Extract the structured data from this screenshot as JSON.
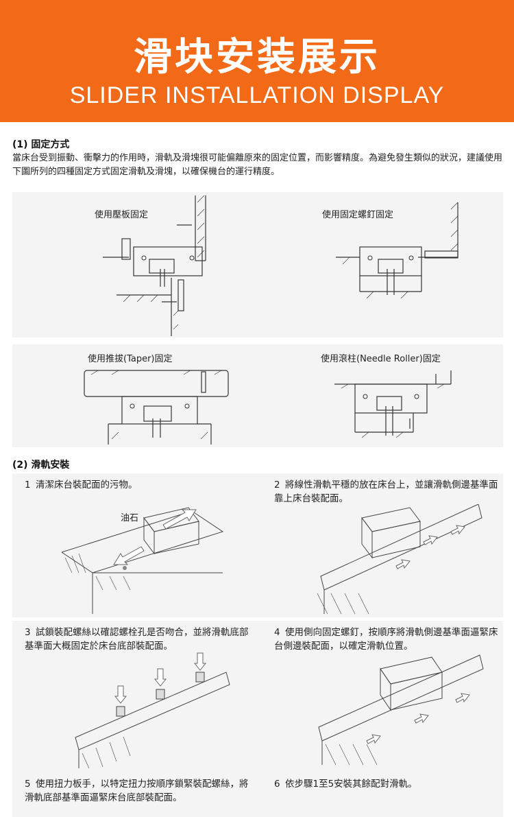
{
  "banner": {
    "title": "滑块安装展示",
    "subtitle": "SLIDER INSTALLATION DISPLAY"
  },
  "section1": {
    "title": "(1) 固定方式",
    "description": "當床台受到振動、衝擊力的作用時，滑軌及滑塊很可能偏離原來的固定位置，而影響精度。為避免發生類似的狀況，建議使用下圖所列的四種固定方式固定滑軌及滑塊，以確保機台的運行精度。",
    "methods": [
      {
        "label": "使用壓板固定"
      },
      {
        "label": "使用固定螺釘固定"
      },
      {
        "label": "使用推拔(Taper)固定"
      },
      {
        "label": "使用滾柱(Needle Roller)固定"
      }
    ]
  },
  "section2": {
    "title": "(2) 滑軌安裝",
    "oil_stone_label": "油石",
    "steps": [
      {
        "num": "1",
        "text": "清潔床台裝配面的污物。"
      },
      {
        "num": "2",
        "text": "將線性滑軌平穩的放在床台上，並讓滑軌側邊基準面靠上床台裝配面。"
      },
      {
        "num": "3",
        "text": "試鎖裝配螺絲以確認螺栓孔是否吻合，並將滑軌底部基準面大概固定於床台底部裝配面。"
      },
      {
        "num": "4",
        "text": "使用側向固定螺釘，按順序將滑軌側邊基準面逼緊床台側邊裝配面，以確定滑軌位置。"
      },
      {
        "num": "5",
        "text": "使用扭力板手，以特定扭力按順序鎖緊裝配螺絲，將滑軌底部基準面逼緊床台底部裝配面。"
      },
      {
        "num": "6",
        "text": "依步驟1至5安裝其餘配對滑軌。"
      }
    ]
  }
}
